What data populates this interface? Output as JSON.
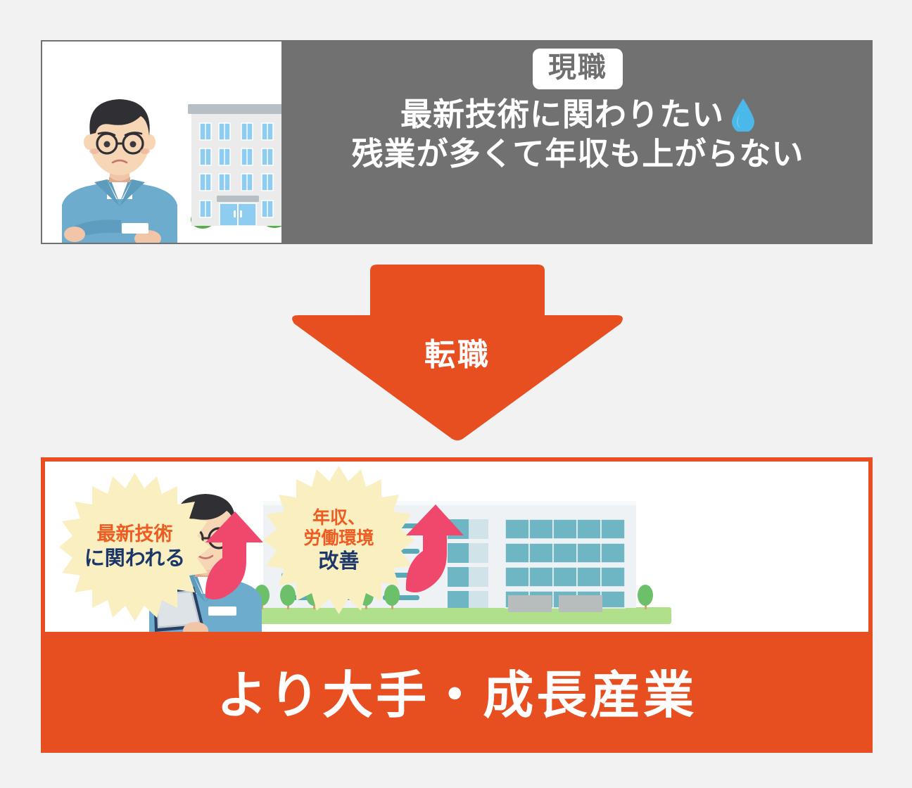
{
  "background_color": "#f2f2f2",
  "colors": {
    "panel_gray": "#717171",
    "accent_orange": "#e74f21",
    "burst_yellow": "#faefc0",
    "burst_text_orange": "#ef5c22",
    "burst_text_navy": "#1b3668",
    "rise_arrow_pink": "#f0486d",
    "sparkle_yellow": "#ffd117",
    "drop_blue": "#4ab8e8"
  },
  "current_section": {
    "badge_label": "現職",
    "complaint_line_1": "最新技術に関わりたい",
    "complaint_line_2": "残業が多くて年収も上がらない",
    "drop_icon": "sweat-drop-icon",
    "illustration": {
      "name": "worried-worker-old-office-illustration",
      "character": "worried man with glasses, arms crossed, blue work jacket",
      "building": "four-story gray office building"
    }
  },
  "transition": {
    "arrow_label": "転職",
    "arrow_icon": "down-arrow-icon"
  },
  "new_section": {
    "banner_text": "より大手・成長産業",
    "illustration": {
      "name": "happy-worker-modern-office-illustration",
      "character": "smiling man with glasses holding laptop, blue work jacket",
      "building": "modern white office building with teal windows",
      "sparkles": "sparkle-icon"
    },
    "benefits": [
      {
        "top_text": "最新技術",
        "bottom_text": "に関われる",
        "arrow_icon": "rising-arrow-icon"
      },
      {
        "top_text": "年収、",
        "top_text_2": "労働環境",
        "bottom_text": "改善",
        "arrow_icon": "rising-arrow-icon"
      }
    ]
  }
}
